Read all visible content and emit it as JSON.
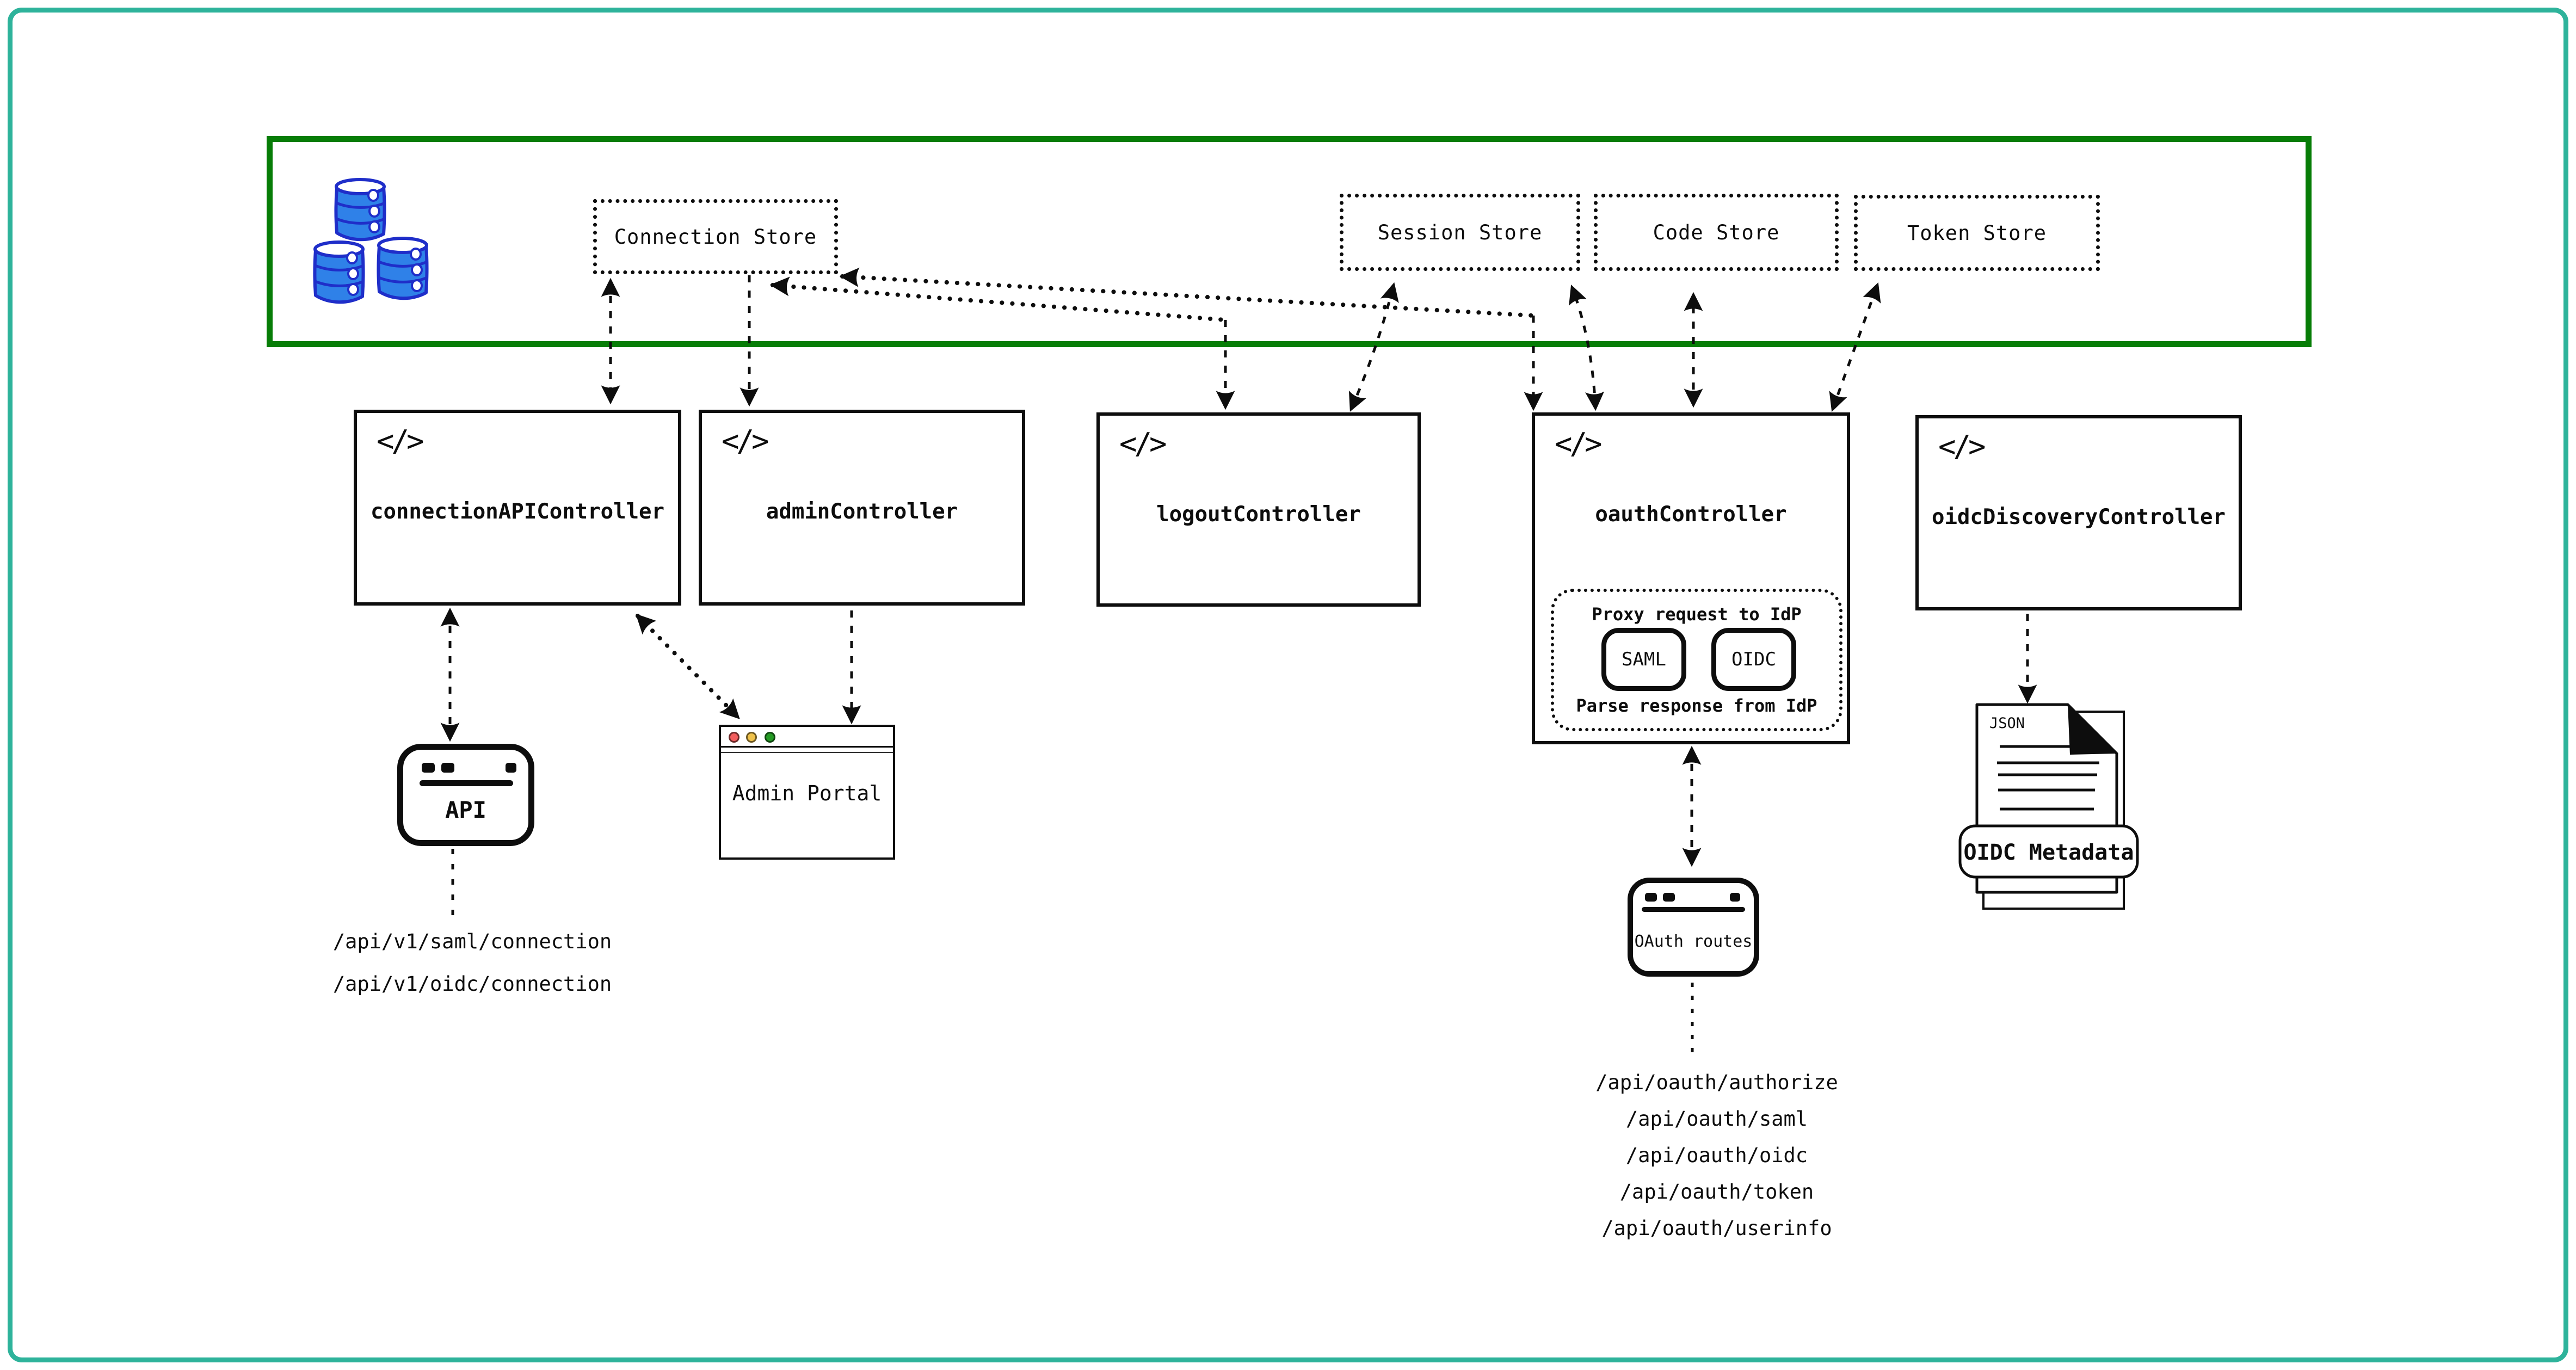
{
  "icons": {
    "code_glyph": "</>"
  },
  "data_layer": {
    "stores": [
      {
        "label": "Connection Store"
      },
      {
        "label": "Session Store"
      },
      {
        "label": "Code Store"
      },
      {
        "label": "Token Store"
      }
    ]
  },
  "controllers": [
    {
      "label": "connectionAPIController"
    },
    {
      "label": "adminController"
    },
    {
      "label": "logoutController"
    },
    {
      "label": "oauthController"
    },
    {
      "label": "oidcDiscoveryController"
    }
  ],
  "oauth_proxy": {
    "title": "Proxy request to IdP",
    "protocols": [
      {
        "label": "SAML"
      },
      {
        "label": "OIDC"
      }
    ],
    "footer": "Parse response from IdP"
  },
  "clients": {
    "api_window": {
      "label": "API"
    },
    "admin_portal": {
      "label": "Admin Portal"
    },
    "oauth_routes": {
      "label": "OAuth routes"
    },
    "oidc_document": {
      "file_type": "JSON",
      "label": "OIDC Metadata"
    }
  },
  "endpoints": {
    "connection_api": [
      "/api/v1/saml/connection",
      "/api/v1/oidc/connection"
    ],
    "oauth": [
      "/api/oauth/authorize",
      "/api/oauth/saml",
      "/api/oauth/oidc",
      "/api/oauth/token",
      "/api/oauth/userinfo"
    ]
  },
  "colors": {
    "border_teal": "#2eb39b",
    "container_green": "#077d07",
    "ink": "#0d0d0d",
    "db_fill": "#2f81e8",
    "db_stroke": "#1f2ec9",
    "traffic_red": "#f25d5d",
    "traffic_yellow": "#f0c24b",
    "traffic_green": "#259b24"
  }
}
